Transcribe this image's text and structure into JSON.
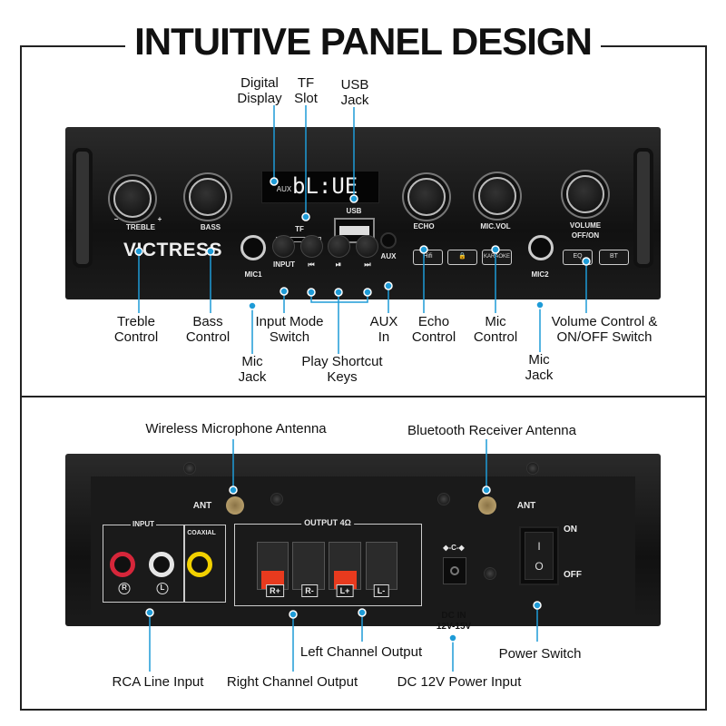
{
  "title": "INTUITIVE PANEL DESIGN",
  "accent_color": "#1e9bd7",
  "front": {
    "callouts": {
      "digital_display": "Digital Display",
      "tf_slot": "TF Slot",
      "usb_jack": "USB Jack",
      "treble": "Treble Control",
      "bass": "Bass Control",
      "mic_jack_1": "Mic Jack",
      "input_mode": "Input Mode Switch",
      "play_keys": "Play Shortcut Keys",
      "aux_in": "AUX In",
      "echo": "Echo Control",
      "mic": "Mic Control",
      "volume": "Volume Control & ON/OFF Switch",
      "mic_jack_2": "Mic Jack"
    },
    "panel": {
      "display_mode": "AUX",
      "display_text": "bL:UE",
      "tf": "TF",
      "usb": "USB",
      "treble": "TREBLE",
      "bass": "BASS",
      "brand": "VICTRESS",
      "mic1": "MIC1",
      "mic2": "MIC2",
      "input": "INPUT",
      "prev": "⏮",
      "play": "⏯",
      "next": "⏭",
      "aux": "AUX",
      "echo": "ECHO",
      "mic_vol": "MIC.VOL",
      "volume": "VOLUME",
      "off_on": "OFF/ON",
      "icons": [
        "hifi-icon",
        "lock-icon",
        "karaoke-icon",
        "eq-icon",
        "bluetooth-icon"
      ],
      "icon_labels": [
        "Hifi",
        "🔒",
        "KARAOKE",
        "EQ",
        "BT"
      ],
      "minus": "−",
      "plus": "+"
    }
  },
  "rear": {
    "callouts": {
      "wireless_antenna": "Wireless Microphone Antenna",
      "bt_antenna": "Bluetooth Receiver Antenna",
      "left_output": "Left Channel Output",
      "power_switch": "Power Switch",
      "rca_input": "RCA Line Input",
      "right_output": "Right Channel Output",
      "dc_input": "DC 12V Power Input"
    },
    "panel": {
      "ant": "ANT",
      "input": "INPUT",
      "coaxial": "COAXIAL",
      "output": "OUTPUT 4Ω",
      "r": "R",
      "l": "L",
      "terminals": [
        "R+",
        "R-",
        "L+",
        "L-"
      ],
      "dc_in": "DC IN",
      "dc_range": "12V-15V",
      "dc_symbol": "◆-C-◆",
      "on": "ON",
      "off": "OFF",
      "switch_on": "I",
      "switch_off": "O"
    }
  }
}
